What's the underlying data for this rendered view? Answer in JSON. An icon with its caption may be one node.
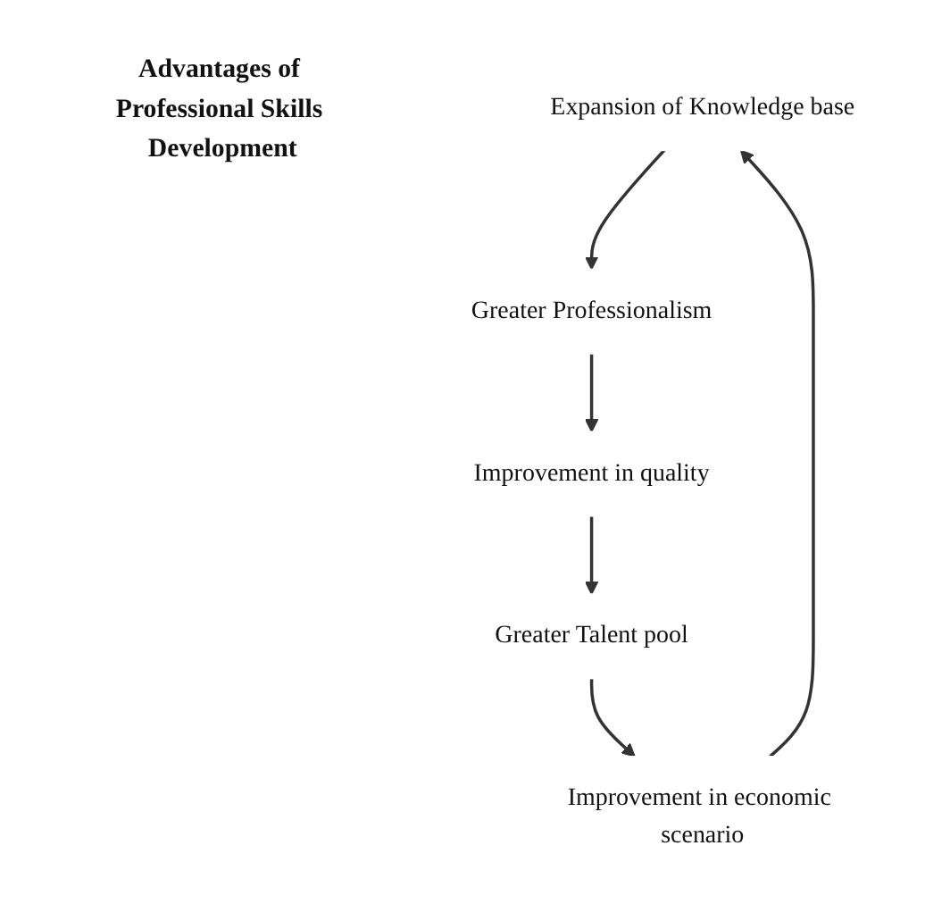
{
  "diagram": {
    "nodes": [
      {
        "text": [
          "Advantages of Professional Skills Development"
        ]
      },
      {
        "text": [
          "Expansion of Knowledge base"
        ]
      },
      {
        "text": [
          "Greater Professionalism"
        ]
      },
      {
        "text": [
          "Improvement in quality"
        ]
      },
      {
        "text": [
          "Greater Talent pool"
        ]
      },
      {
        "text": [
          "Improvement in economic scenario"
        ]
      }
    ],
    "edges": [
      {
        "from": 5,
        "to": 1,
        "arrow": "to"
      },
      {
        "from": 1,
        "to": 2,
        "arrow": "to"
      },
      {
        "from": 2,
        "to": 3,
        "arrow": "to"
      },
      {
        "from": 3,
        "to": 4,
        "arrow": "to"
      },
      {
        "from": 4,
        "to": 5,
        "arrow": "to"
      }
    ]
  }
}
